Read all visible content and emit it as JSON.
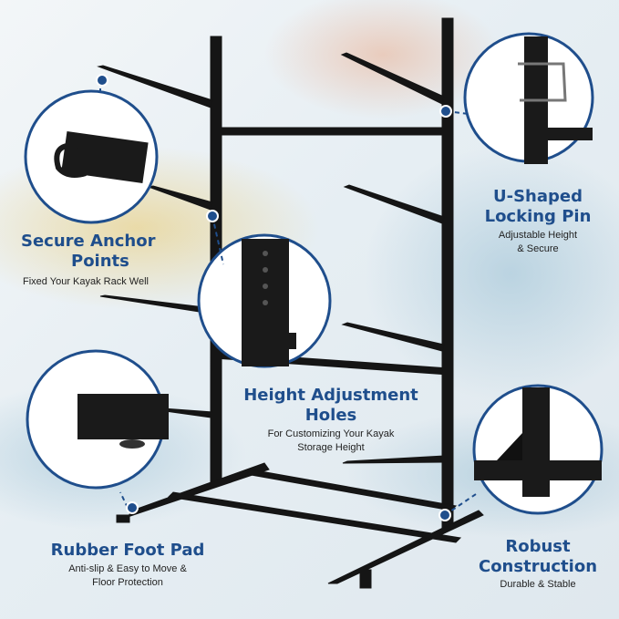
{
  "features": {
    "anchor": {
      "title_1": "Secure Anchor",
      "title_2": "Points",
      "subtitle": "Fixed Your Kayak Rack Well"
    },
    "locking_pin": {
      "title_1": "U-Shaped",
      "title_2": "Locking Pin",
      "subtitle_1": "Adjustable Height",
      "subtitle_2": "& Secure"
    },
    "height_holes": {
      "title_1": "Height Adjustment",
      "title_2": "Holes",
      "subtitle_1": "For Customizing Your Kayak",
      "subtitle_2": "Storage Height"
    },
    "foot_pad": {
      "title": "Rubber Foot Pad",
      "subtitle_1": "Anti-slip & Easy to Move &",
      "subtitle_2": "Floor Protection"
    },
    "construction": {
      "title_1": "Robust",
      "title_2": "Construction",
      "subtitle": "Durable & Stable"
    }
  },
  "colors": {
    "accent": "#1f4e8c",
    "frame": "#151515",
    "callout_ring": "#1f4e8c"
  }
}
